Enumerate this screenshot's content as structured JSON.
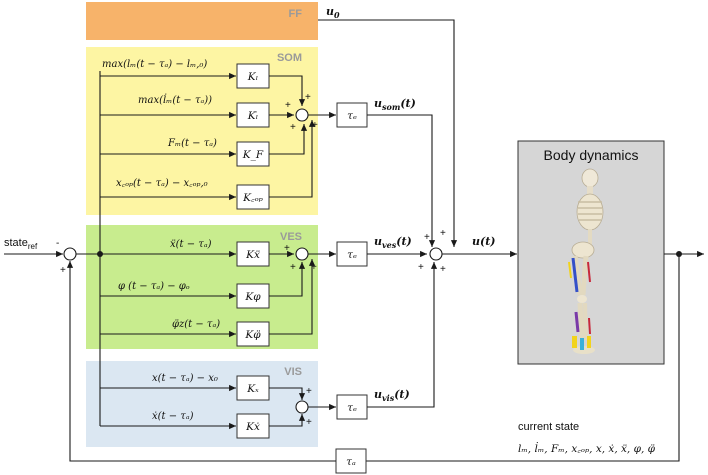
{
  "colors": {
    "ff": "#f7b36a",
    "som": "#fdf5a3",
    "ves": "#c8ec8e",
    "vis": "#dbe7f2",
    "body_panel": "#d6d6d6"
  },
  "input": {
    "label": "state",
    "subscript": "ref",
    "minus_sign": "-",
    "plus_sign": "+"
  },
  "sections": {
    "ff": {
      "title": "FF",
      "output": "u",
      "output_sub": "0"
    },
    "som": {
      "title": "SOM",
      "signals": [
        "max(lₘ(t − τₐ) − lₘ,₀)",
        "max(l̇ₘ(t − τₐ))",
        "Fₘ(t − τₐ)",
        "x꜀ₒₚ(t − τₐ) − x꜀ₒₚ,₀"
      ],
      "gains": [
        "Kₗ",
        "Kₗ̇",
        "K_F",
        "K꜀ₒₚ"
      ],
      "delay": "τₑ",
      "output": "u",
      "output_sub": "som",
      "output_arg": "(t)"
    },
    "ves": {
      "title": "VES",
      "signals": [
        "ẍ(t − τₐ)",
        "φ (t − τₐ) − φₒ",
        "φ̈z(t − τₐ)"
      ],
      "gains": [
        "Kẍ",
        "Kφ",
        "Kφ̈"
      ],
      "delay": "τₑ",
      "output": "u",
      "output_sub": "ves",
      "output_arg": "(t)"
    },
    "vis": {
      "title": "VIS",
      "signals": [
        "x(t − τₐ) − x₀",
        "ẋ(t − τₐ)"
      ],
      "gains": [
        "Kₓ",
        "Kẋ"
      ],
      "delay": "τₑ",
      "output": "u",
      "output_sub": "vis",
      "output_arg": "(t)"
    }
  },
  "control_signal": {
    "label": "u",
    "arg": "(t)"
  },
  "body": {
    "title": "Body dynamics"
  },
  "feedback": {
    "caption": "current state",
    "states": "lₘ, l̇ₘ, Fₘ, x꜀ₒₚ, x, ẋ, ẍ, φ, φ̈",
    "delay": "τₐ"
  }
}
